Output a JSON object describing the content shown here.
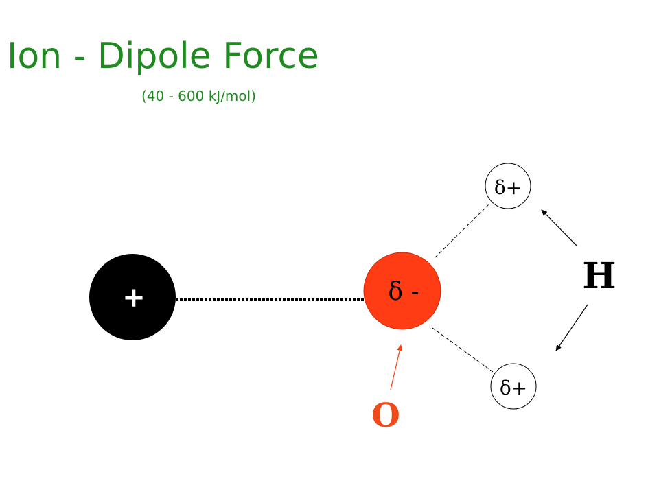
{
  "title": "Ion - Dipole Force",
  "subtitle": "(40 - 600 kJ/mol)",
  "ion": {
    "label": "+",
    "color": "#000000"
  },
  "oxygen": {
    "charge_label": "δ -",
    "atom_label": "O",
    "color": "#ff3c14"
  },
  "hydrogen": {
    "atom_label": "H",
    "top_charge_label": "δ+",
    "bottom_charge_label": "δ+"
  },
  "colors": {
    "title": "#1f8a1f",
    "oxygen_label": "#f04a1a"
  }
}
